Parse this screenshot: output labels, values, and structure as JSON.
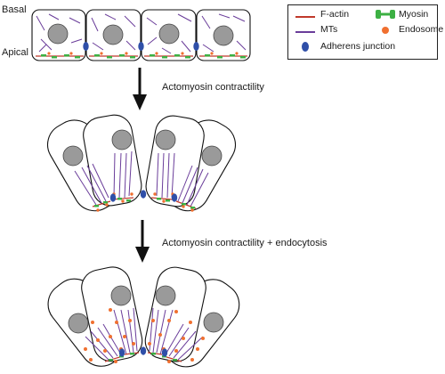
{
  "labels": {
    "basal": "Basal",
    "apical": "Apical",
    "step1": "Actomyosin contractility",
    "step2": "Actomyosin contractility + endocytosis"
  },
  "legend": {
    "factin": "F-actin",
    "myosin": "Myosin",
    "mts": "MTs",
    "endosome": "Endosome",
    "aj": "Adherens junction"
  },
  "colors": {
    "factin": "#c0392b",
    "myosin": "#3cb043",
    "mts": "#6a3d9a",
    "endosome": "#f07030",
    "aj": "#2f4fa8",
    "nucleus": "#9a9a9a",
    "outline": "#111111"
  },
  "icons": {
    "arrow": "down-arrow-icon",
    "nucleus": "nucleus-icon"
  }
}
